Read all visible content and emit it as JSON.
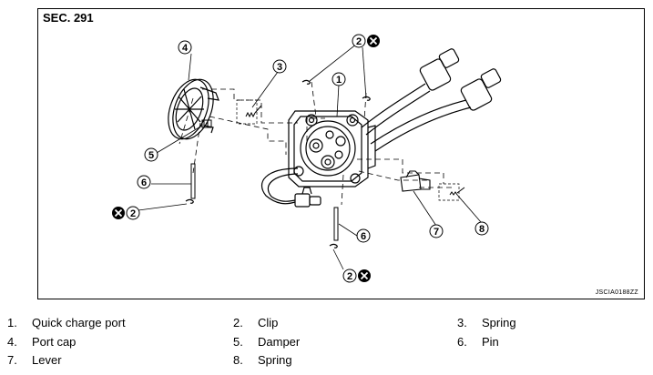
{
  "figure": {
    "section": "SEC. 291",
    "code": "JSCIA0188ZZ",
    "callouts": [
      {
        "id": "c1",
        "number": "1"
      },
      {
        "id": "c2a",
        "number": "2"
      },
      {
        "id": "c2b",
        "number": "2"
      },
      {
        "id": "c2c",
        "number": "2"
      },
      {
        "id": "c3",
        "number": "3"
      },
      {
        "id": "c4",
        "number": "4"
      },
      {
        "id": "c5",
        "number": "5"
      },
      {
        "id": "c6a",
        "number": "6"
      },
      {
        "id": "c6b",
        "number": "6"
      },
      {
        "id": "c7",
        "number": "7"
      },
      {
        "id": "c8",
        "number": "8"
      }
    ]
  },
  "legend": [
    {
      "number": "1.",
      "label": "Quick charge port"
    },
    {
      "number": "2.",
      "label": "Clip"
    },
    {
      "number": "3.",
      "label": "Spring"
    },
    {
      "number": "4.",
      "label": "Port cap"
    },
    {
      "number": "5.",
      "label": "Damper"
    },
    {
      "number": "6.",
      "label": "Pin"
    },
    {
      "number": "7.",
      "label": "Lever"
    },
    {
      "number": "8.",
      "label": "Spring"
    }
  ]
}
